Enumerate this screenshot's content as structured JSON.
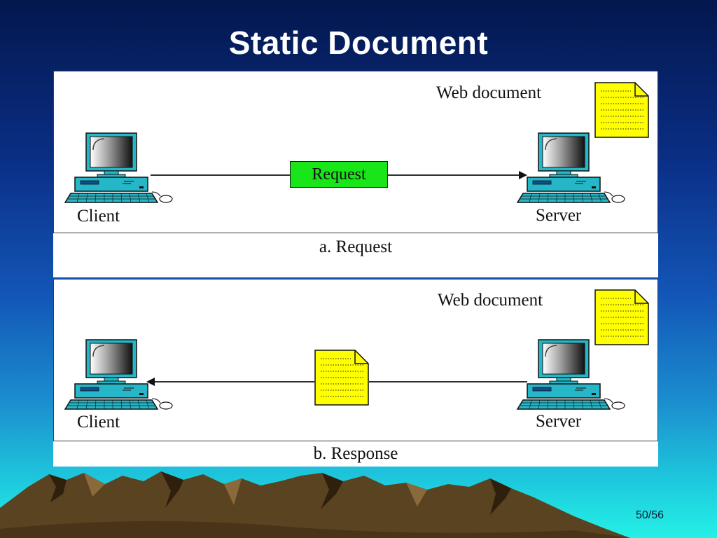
{
  "slide": {
    "title": "Static Document",
    "page_number": "50/56"
  },
  "panel_a": {
    "web_document_label": "Web document",
    "client_label": "Client",
    "server_label": "Server",
    "message_label": "Request",
    "caption": "a. Request"
  },
  "panel_b": {
    "web_document_label": "Web document",
    "client_label": "Client",
    "server_label": "Server",
    "caption": "b. Response"
  },
  "colors": {
    "request_box": "#19e619",
    "document_fill": "#ffff00"
  }
}
